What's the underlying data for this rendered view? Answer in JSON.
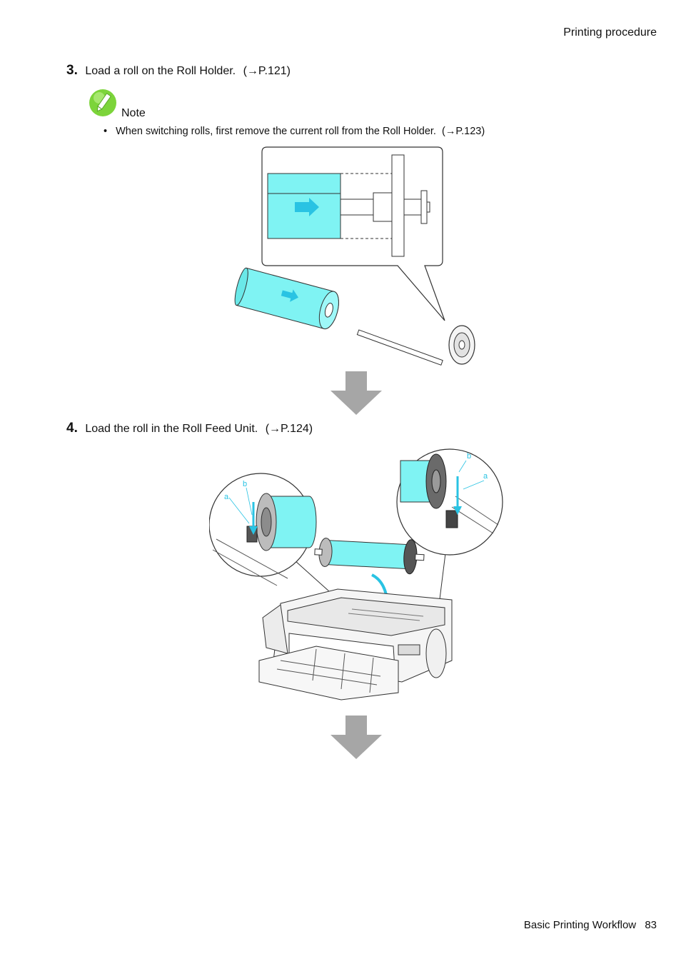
{
  "header": {
    "section_title": "Printing  procedure"
  },
  "step3": {
    "number": "3.",
    "text": "Load a roll on the Roll Holder.",
    "ref": "(→P.121)"
  },
  "note": {
    "label": "Note",
    "bullet_char": "•",
    "items": [
      {
        "text": "When switching rolls, first remove the current roll from the Roll Holder.",
        "ref": "(→P.123)"
      }
    ]
  },
  "step4": {
    "number": "4.",
    "text": "Load the roll in the Roll Feed Unit.",
    "ref": "(→P.124)"
  },
  "figure2": {
    "callout_a": "a",
    "callout_b": "b"
  },
  "footer": {
    "chapter": "Basic  Printing  Workflow",
    "page": "83"
  },
  "colors": {
    "roll_cyan": "#7ff3f3",
    "arrow_gray": "#a6a6a6",
    "note_icon_green": "#7cd43a",
    "callout_cyan": "#29c3e3"
  }
}
